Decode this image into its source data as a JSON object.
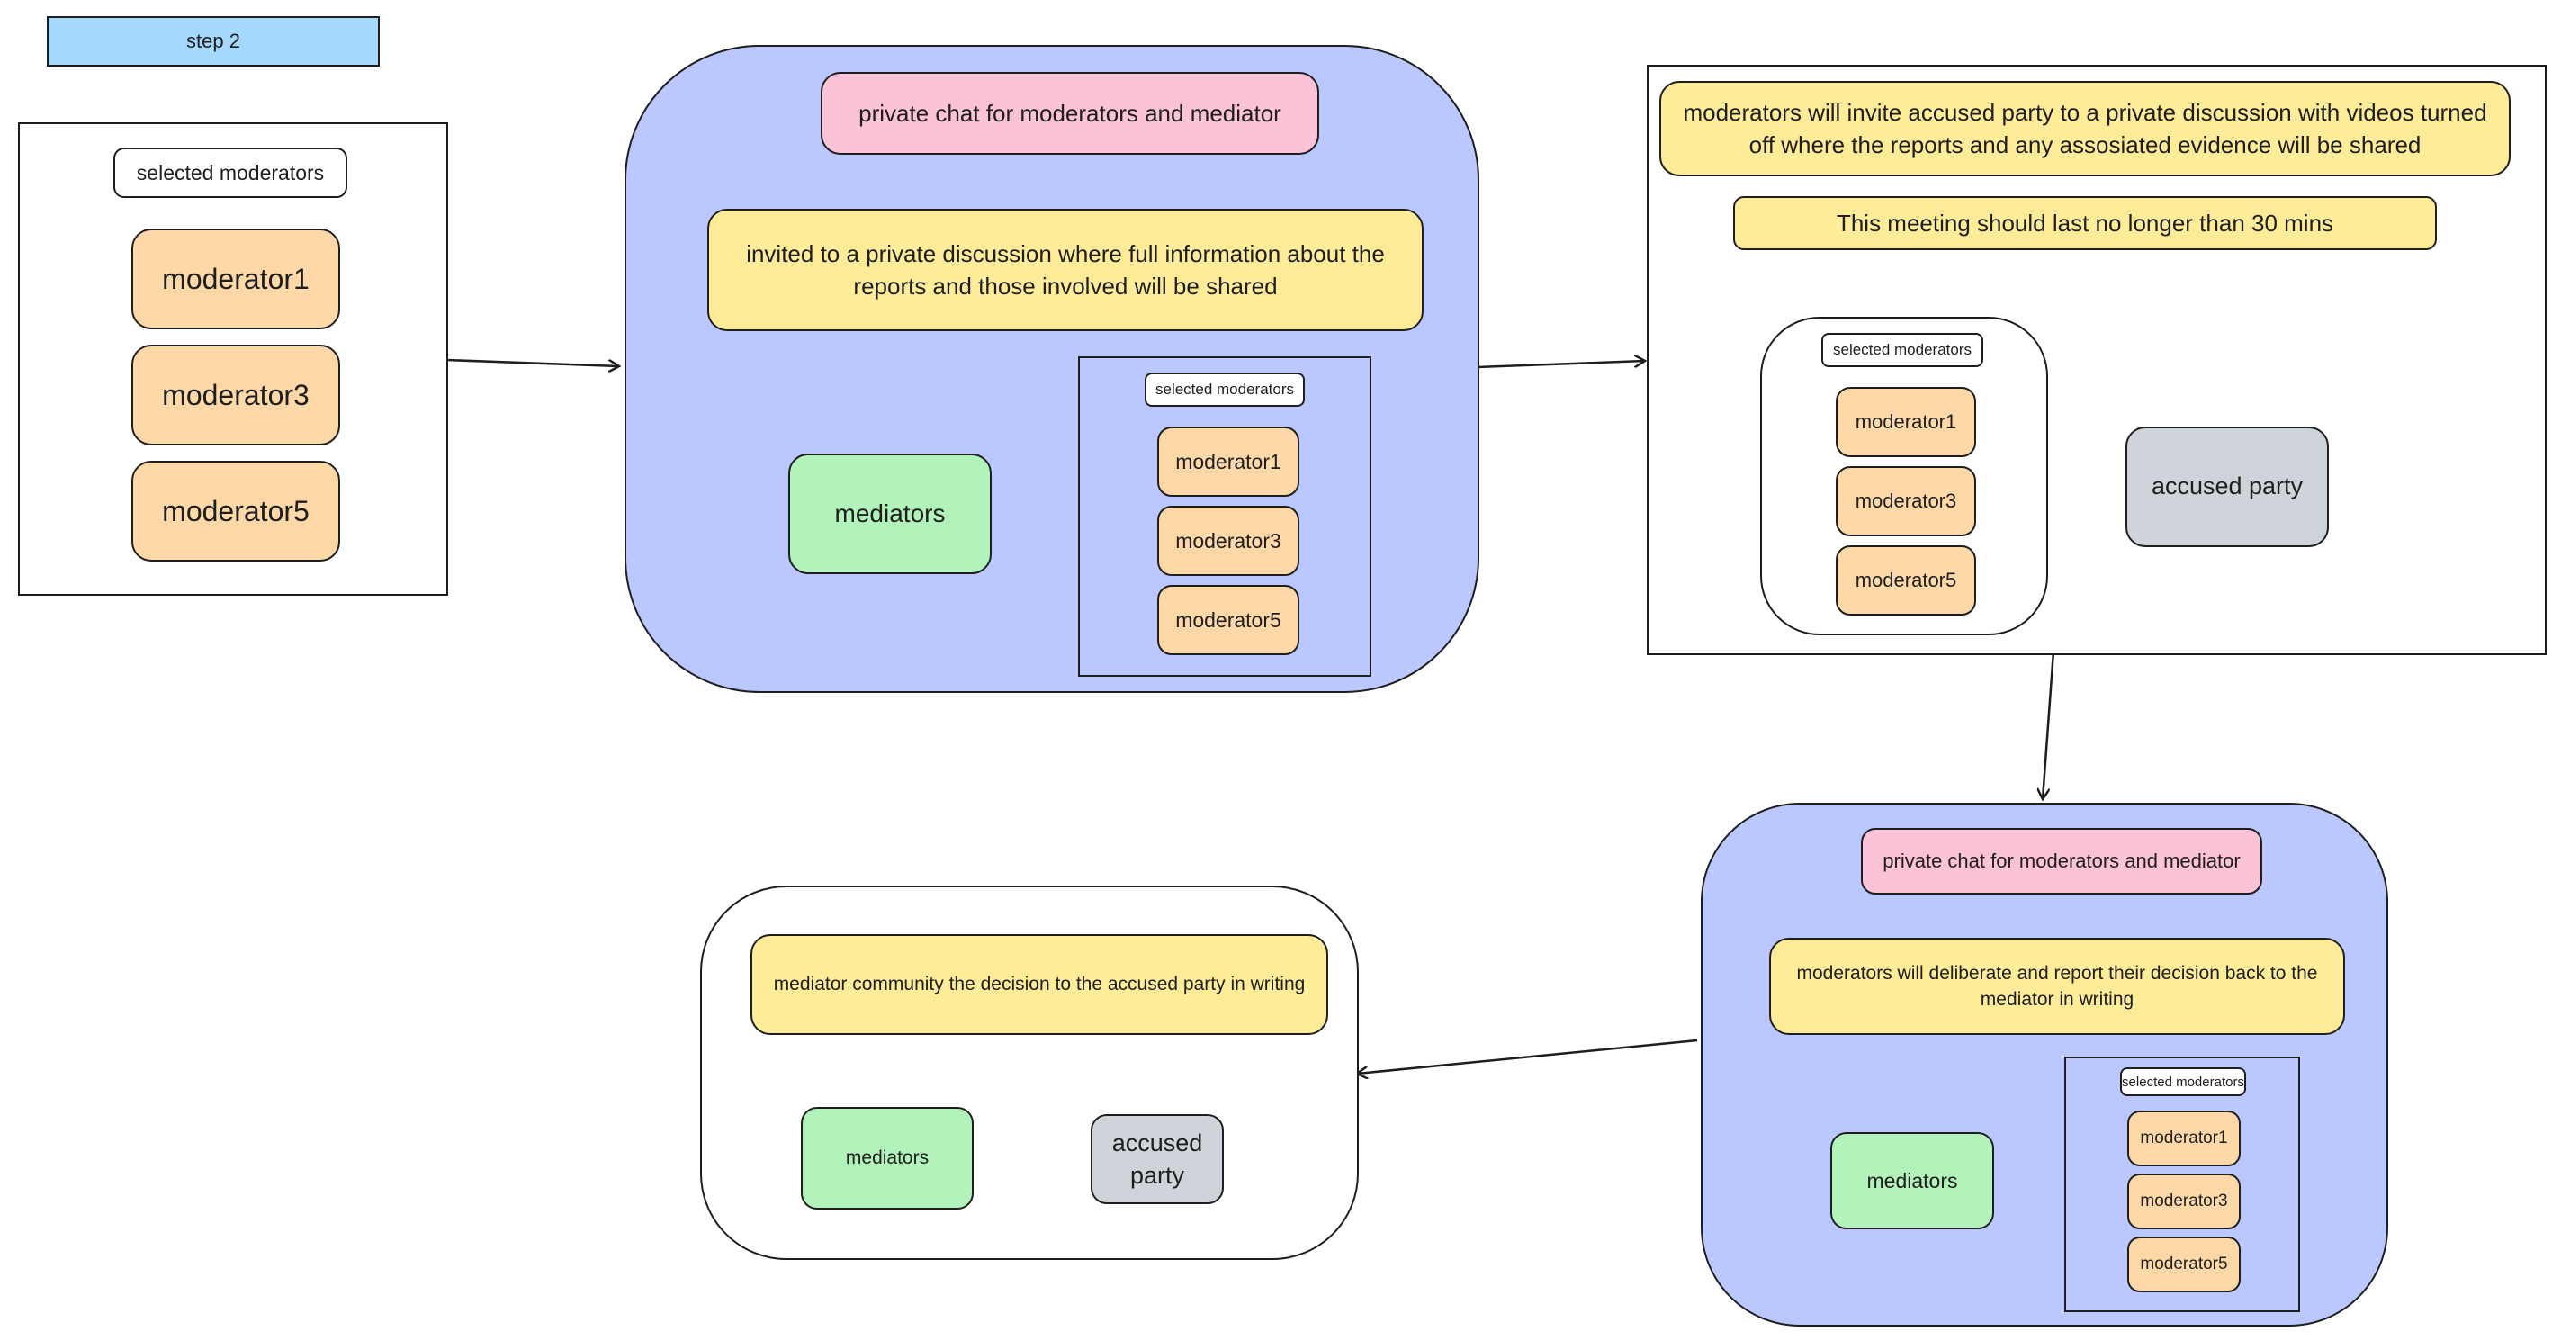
{
  "step_tag": "step 2",
  "stage1": {
    "label": "selected moderators",
    "moderators": [
      "moderator1",
      "moderator3",
      "moderator5"
    ]
  },
  "stage2": {
    "title": "private chat for moderators and mediator",
    "note": "invited to a private discussion where full information about the reports and those involved will be shared",
    "mediators": "mediators",
    "group_label": "selected moderators",
    "moderators": [
      "moderator1",
      "moderator3",
      "moderator5"
    ]
  },
  "stage3": {
    "note": "moderators will invite accused party to a private discussion with videos turned off where the reports and any assosiated evidence will be shared",
    "duration": "This meeting should last no longer than 30 mins",
    "group_label": "selected moderators",
    "moderators": [
      "moderator1",
      "moderator3",
      "moderator5"
    ],
    "accused": "accused party"
  },
  "stage4": {
    "title": "private chat for moderators and mediator",
    "note": "moderators will deliberate and report their decision back to the mediator in writing",
    "mediators": "mediators",
    "group_label": "selected moderators",
    "moderators": [
      "moderator1",
      "moderator3",
      "moderator5"
    ]
  },
  "stage5": {
    "note": "mediator community the decision to the accused party in writing",
    "mediators": "mediators",
    "accused": "accused party"
  },
  "colors": {
    "moderator": "#ffd8a8",
    "mediator": "#b2f2bb",
    "accused": "#ced4da",
    "chat_title": "#fcc2d7",
    "note": "#ffec99",
    "chat_container": "#bac8ff",
    "step_tag": "#a5d8ff"
  }
}
